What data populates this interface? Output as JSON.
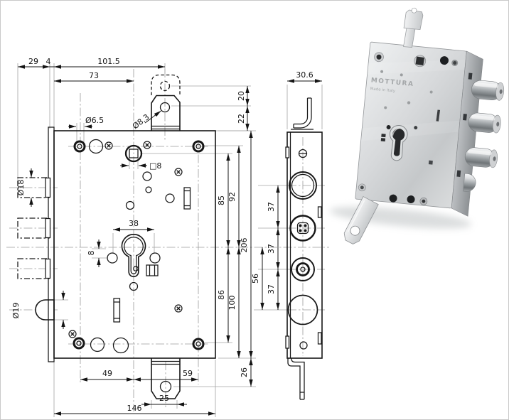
{
  "front_view": {
    "dims": {
      "bolt_throw": "29",
      "plate_thickness": "4",
      "edge_to_tab_hole": "101.5",
      "edge_to_center": "73",
      "fixing_hole_dia": "Ø6.5",
      "tab_hole_dia": "Ø8.3",
      "tab_stroke": "20",
      "tab_to_body": "22",
      "corner_hole_to_axis": "92",
      "spindle_to_axis": "85",
      "body_height": "206",
      "axis_to_bottom_holes": "86",
      "axis_to_bottom": "100",
      "bottom_to_tab_hole": "26",
      "holes_to_center": "49",
      "center_to_right_holes": "59",
      "bottom_tab_width": "25",
      "body_width": "146",
      "cylinder_screw_spacing": "38",
      "axis_to_screw": "8",
      "spindle_square": "□8",
      "deadbolt_dia": "Ø18",
      "latch_dia": "Ø19"
    }
  },
  "side_view": {
    "dims": {
      "body_depth": "30.6",
      "bolt_pitch_top": "37",
      "bolt_pitch_mid": "37",
      "bolt_pitch_bottom": "37",
      "axis_to_latch": "56"
    }
  },
  "photo": {
    "brand": "MOTTURA",
    "origin_text": "Made in Italy"
  },
  "colors": {
    "line": "#161616",
    "aux_line": "#a4a4a4",
    "background": "#ffffff",
    "frame_border": "#c9c9c9",
    "metal_light": "#eef0f1",
    "metal_dark": "#8f9396",
    "bolt_chrome": "#d9dbdd",
    "hole_dark": "#27292b"
  }
}
